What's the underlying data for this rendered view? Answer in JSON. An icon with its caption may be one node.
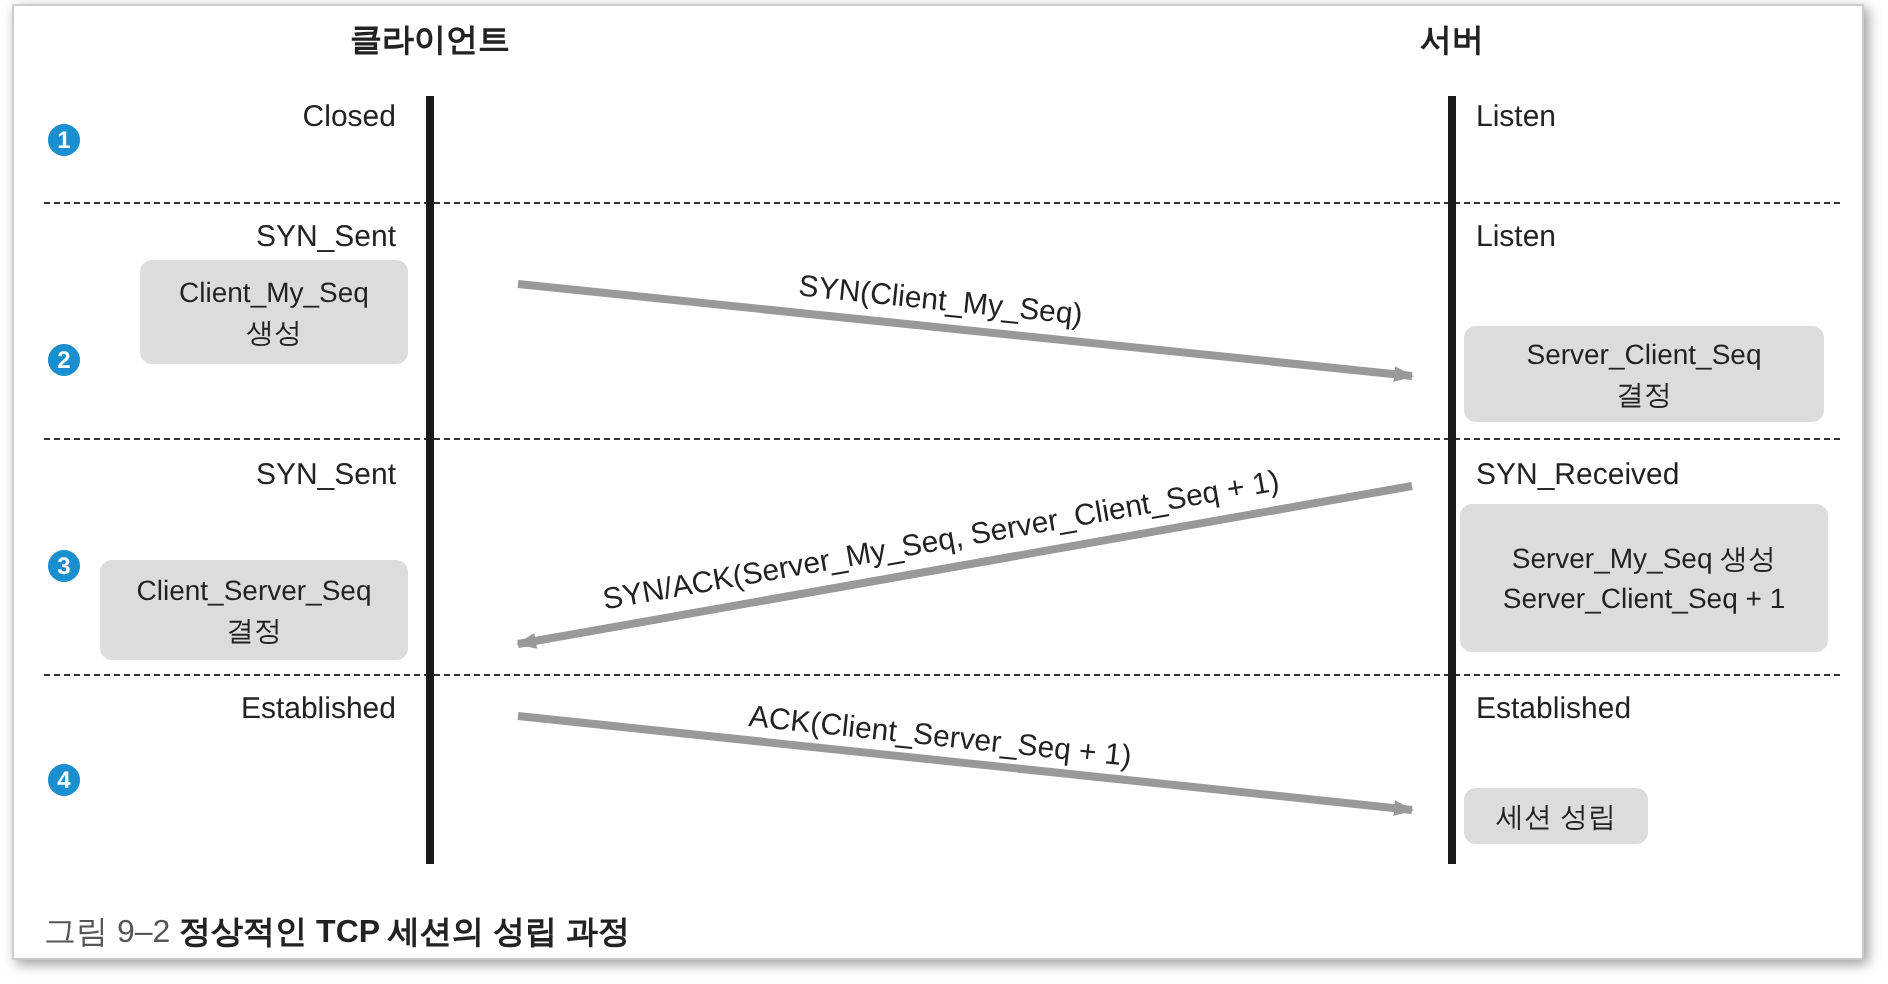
{
  "diagram": {
    "caption": "그림 9–2  **정상적인 TCP 세션의 성립 과정**",
    "nodes": [
      {
        "text": [
          "클라이언트"
        ]
      },
      {
        "text": [
          "서버"
        ]
      },
      {
        "text": [
          "Client_My_Seq 생성"
        ]
      },
      {
        "text": [
          "Server_Client_Seq 결정"
        ]
      },
      {
        "text": [
          "Server_My_Seq 생성 Server_Client_Seq + 1"
        ]
      },
      {
        "text": [
          "Client_Server_Seq 결정"
        ]
      },
      {
        "text": [
          "세션 성립"
        ]
      }
    ],
    "edges": [
      {
        "from": 0,
        "to": 1,
        "arrow": "to",
        "label": "SYN(Client_My_Seq)"
      },
      {
        "from": 1,
        "to": 0,
        "arrow": "to",
        "label": "SYN/ACK(Server_My_Seq, Server_Client_Seq + 1)"
      },
      {
        "from": 0,
        "to": 1,
        "arrow": "to",
        "label": "ACK(Client_Server_Seq + 1)"
      }
    ],
    "labels": [
      "1",
      "Closed",
      "Listen",
      "SYN_Sent",
      "Listen",
      "2",
      "SYN_Sent",
      "SYN_Received",
      "3",
      "Established",
      "Established",
      "4"
    ]
  }
}
